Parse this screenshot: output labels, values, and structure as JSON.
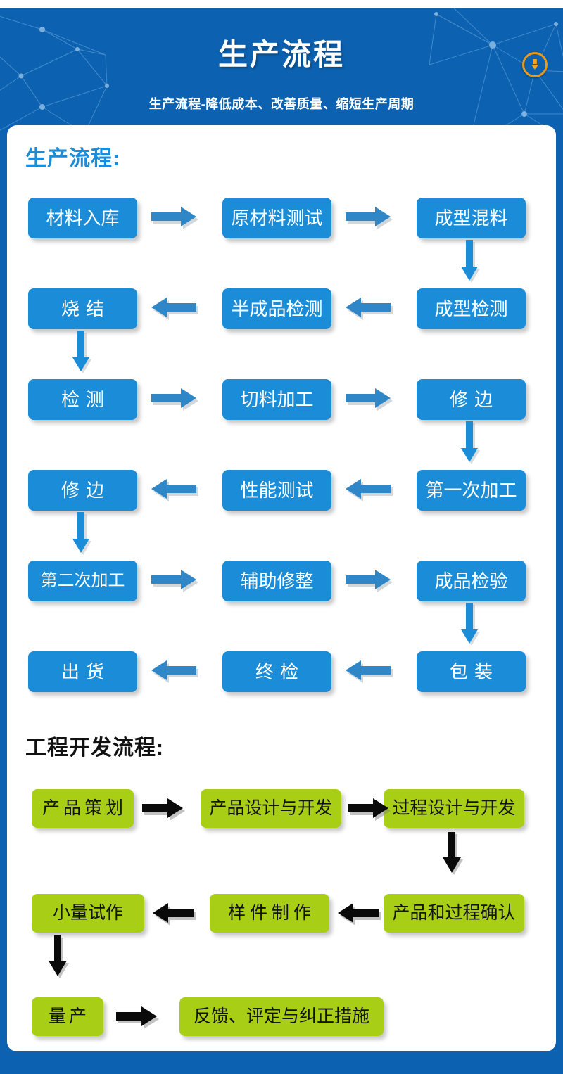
{
  "banner": {
    "title": "生产流程",
    "subtitle": "生产流程-降低成本、改善质量、缩短生产周期",
    "download_icon": "download-arrow-icon",
    "bg_color": "#0c62b0",
    "rule_color": "#e9b949",
    "badge_color": "#e59a1e"
  },
  "sections": [
    {
      "heading": "生产流程:",
      "heading_color": "#1a8cd8",
      "node_color": "#1a8cd8",
      "node_text_color": "#ffffff",
      "arrow_color": "#2f87c8",
      "nodes": [
        {
          "label": "材料入库",
          "spaced": false
        },
        {
          "label": "原材料测试",
          "spaced": false
        },
        {
          "label": "成型混料",
          "spaced": false
        },
        {
          "label": "成型检测",
          "spaced": false
        },
        {
          "label": "半成品检测",
          "spaced": false
        },
        {
          "label": "烧结",
          "spaced": true
        },
        {
          "label": "检测",
          "spaced": true
        },
        {
          "label": "切料加工",
          "spaced": false
        },
        {
          "label": "修边",
          "spaced": true
        },
        {
          "label": "第一次加工",
          "spaced": false
        },
        {
          "label": "性能测试",
          "spaced": false
        },
        {
          "label": "修边",
          "spaced": true
        },
        {
          "label": "第二次加工",
          "spaced": false
        },
        {
          "label": "辅助修整",
          "spaced": false
        },
        {
          "label": "成品检验",
          "spaced": false
        },
        {
          "label": "包装",
          "spaced": true
        },
        {
          "label": "终检",
          "spaced": true
        },
        {
          "label": "出货",
          "spaced": true
        }
      ]
    },
    {
      "heading": "工程开发流程:",
      "heading_color": "#111111",
      "node_color": "#a8ce16",
      "node_text_color": "#131313",
      "arrow_color": "#0a0a0a",
      "nodes": [
        {
          "label": "产品策划",
          "spaced": true
        },
        {
          "label": "产品设计与开发",
          "spaced": false
        },
        {
          "label": "过程设计与开发",
          "spaced": false
        },
        {
          "label": "产品和过程确认",
          "spaced": false
        },
        {
          "label": "样件制作",
          "spaced": true
        },
        {
          "label": "小量试作",
          "spaced": false
        },
        {
          "label": "量产",
          "spaced": true
        },
        {
          "label": "反馈、评定与纠正措施",
          "spaced": false
        }
      ]
    }
  ]
}
